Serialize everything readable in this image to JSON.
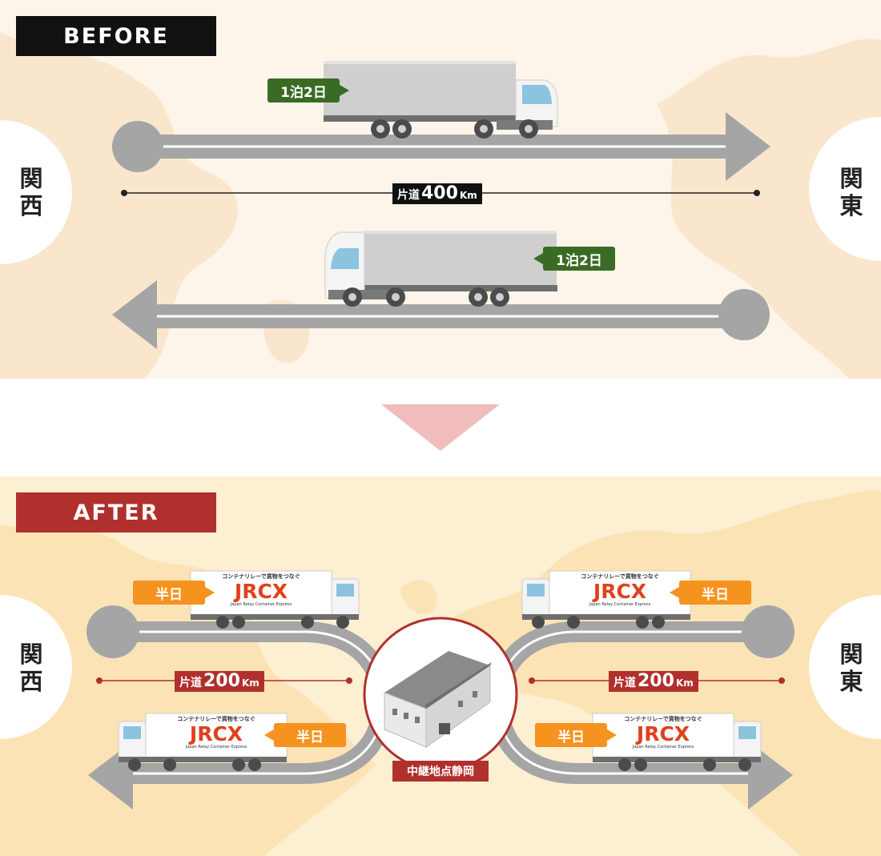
{
  "before": {
    "header": "BEFORE",
    "header_color": "#111111",
    "west_label": "関西",
    "east_label": "関東",
    "trip_top": "1泊2日",
    "trip_bottom": "1泊2日",
    "distance": {
      "prefix": "片道",
      "value": "400",
      "unit": "Km"
    }
  },
  "after": {
    "header": "AFTER",
    "header_color": "#b0302e",
    "west_label": "関西",
    "east_label": "関東",
    "duration_label": "半日",
    "distance_left": {
      "prefix": "片道",
      "value": "200",
      "unit": "Km"
    },
    "distance_right": {
      "prefix": "片道",
      "value": "200",
      "unit": "Km"
    },
    "relay_label": "中継地点静岡",
    "truck_brand": {
      "tagline": "コンテナリレーで貨物をつなぐ",
      "logo": "JRCX",
      "subtitle": "Japan Relay Container Express"
    }
  },
  "colors": {
    "road": "#a5a5a5",
    "green_tag": "#3a6b24",
    "orange_tag": "#f6921e",
    "red": "#b0302e",
    "down_arrow": "#f0bcbc"
  }
}
